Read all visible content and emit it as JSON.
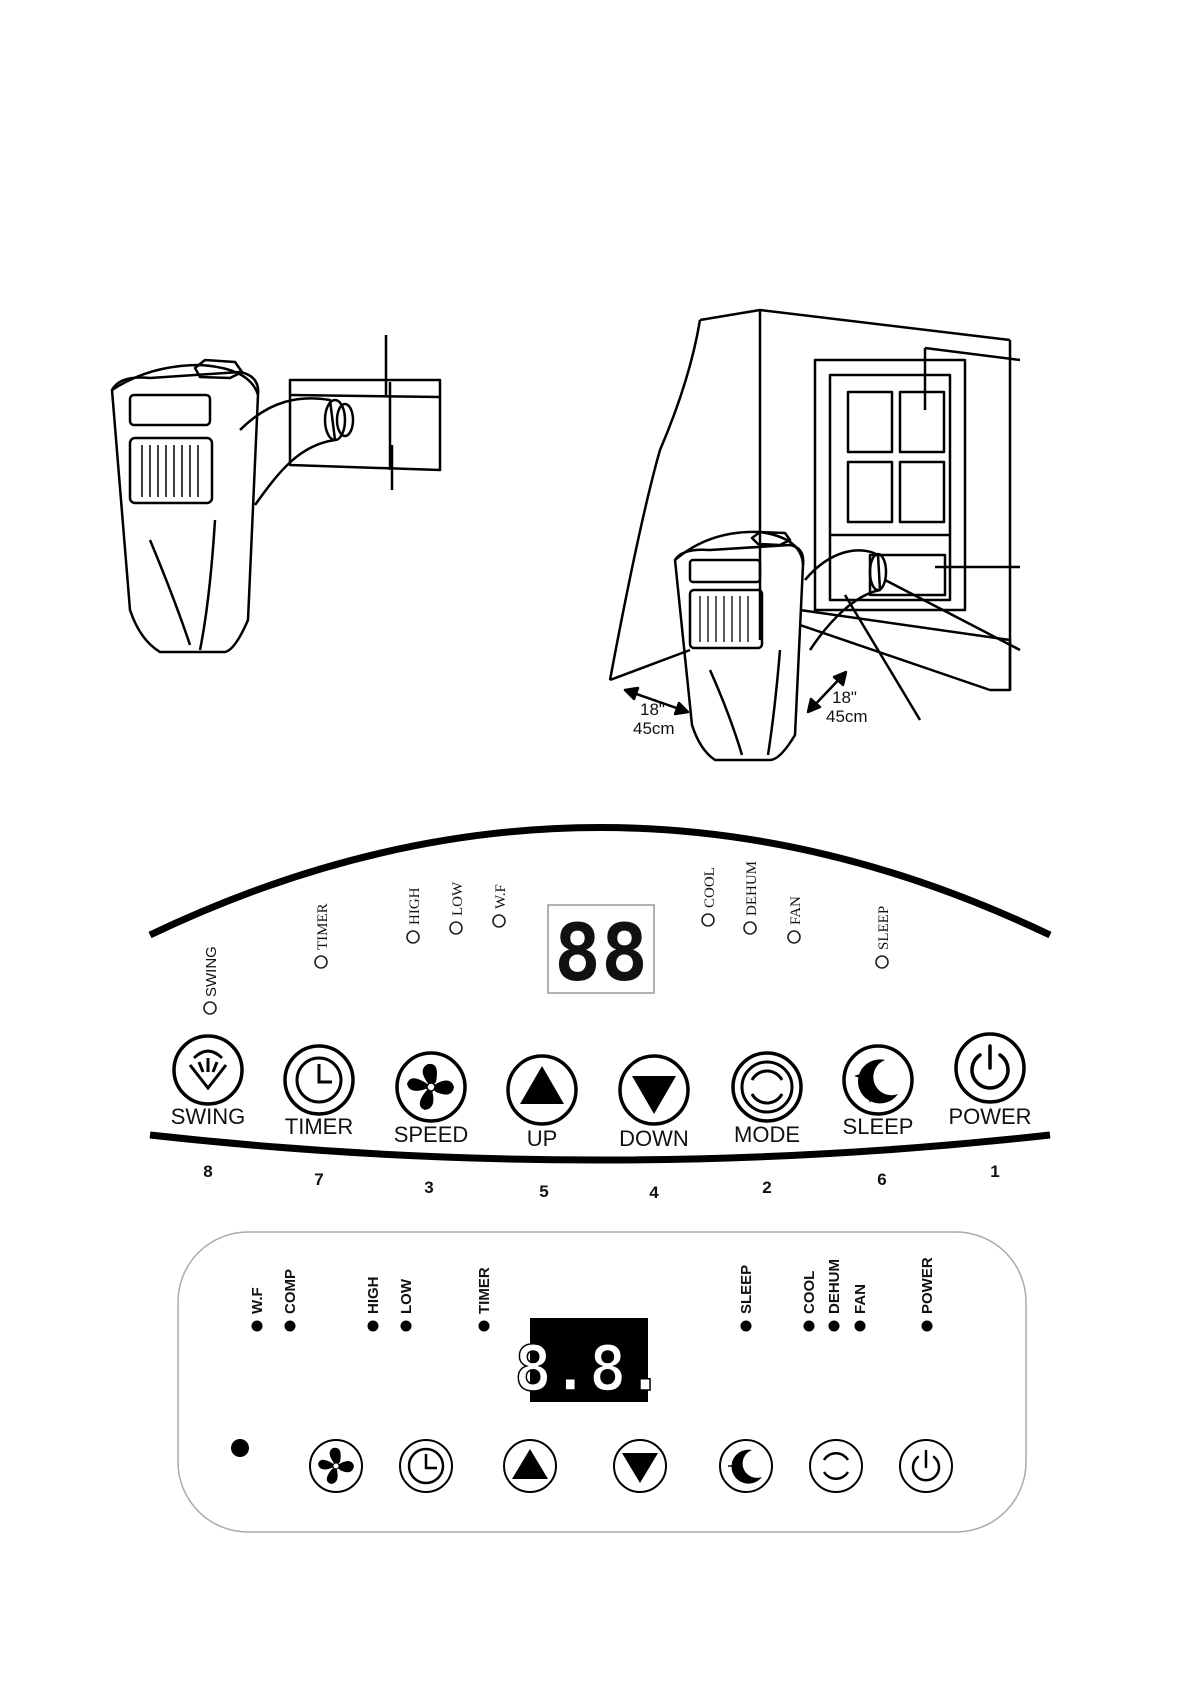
{
  "figure1": {
    "dimension_left": {
      "value": "18\"",
      "metric": "45cm"
    },
    "dimension_right": {
      "value": "18\"",
      "metric": "45cm"
    }
  },
  "panel1": {
    "display": "88",
    "indicators": [
      {
        "id": "swing",
        "label": "SWING"
      },
      {
        "id": "timer",
        "label": "TIMER"
      },
      {
        "id": "high",
        "label": "HIGH"
      },
      {
        "id": "low",
        "label": "LOW"
      },
      {
        "id": "wf",
        "label": "W.F"
      },
      {
        "id": "cool",
        "label": "COOL"
      },
      {
        "id": "dehum",
        "label": "DEHUM"
      },
      {
        "id": "fan",
        "label": "FAN"
      },
      {
        "id": "sleep",
        "label": "SLEEP"
      }
    ],
    "buttons": [
      {
        "id": "swing",
        "label": "SWING",
        "number": "8",
        "icon": "swing-icon"
      },
      {
        "id": "timer",
        "label": "TIMER",
        "number": "7",
        "icon": "clock-icon"
      },
      {
        "id": "speed",
        "label": "SPEED",
        "number": "3",
        "icon": "fan-icon"
      },
      {
        "id": "up",
        "label": "UP",
        "number": "5",
        "icon": "up-arrow-icon"
      },
      {
        "id": "down",
        "label": "DOWN",
        "number": "4",
        "icon": "down-arrow-icon"
      },
      {
        "id": "mode",
        "label": "MODE",
        "number": "2",
        "icon": "mode-icon"
      },
      {
        "id": "sleep",
        "label": "SLEEP",
        "number": "6",
        "icon": "moon-icon"
      },
      {
        "id": "power",
        "label": "POWER",
        "number": "1",
        "icon": "power-icon"
      }
    ]
  },
  "panel2": {
    "display": "8.8.",
    "indicators": [
      {
        "id": "wf",
        "label": "W.F"
      },
      {
        "id": "comp",
        "label": "COMP"
      },
      {
        "id": "high",
        "label": "HIGH"
      },
      {
        "id": "low",
        "label": "LOW"
      },
      {
        "id": "timer",
        "label": "TIMER"
      },
      {
        "id": "sleep",
        "label": "SLEEP"
      },
      {
        "id": "cool",
        "label": "COOL"
      },
      {
        "id": "dehum",
        "label": "DEHUM"
      },
      {
        "id": "fan",
        "label": "FAN"
      },
      {
        "id": "power",
        "label": "POWER"
      }
    ],
    "buttons": [
      {
        "id": "speed",
        "icon": "fan-icon"
      },
      {
        "id": "timer",
        "icon": "clock-icon"
      },
      {
        "id": "up",
        "icon": "up-arrow-icon"
      },
      {
        "id": "down",
        "icon": "down-arrow-icon"
      },
      {
        "id": "sleep",
        "icon": "moon-icon"
      },
      {
        "id": "mode",
        "icon": "mode-icon"
      },
      {
        "id": "power",
        "icon": "power-icon"
      }
    ]
  }
}
